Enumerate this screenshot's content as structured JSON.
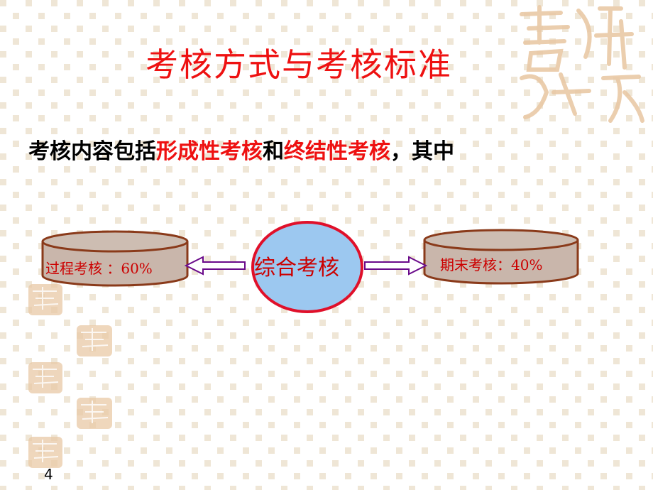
{
  "slide": {
    "title": "考核方式与考核标准",
    "subtitle": {
      "part1": "考核内容包括",
      "highlight1": "形成性考核",
      "part2": "和",
      "highlight2": "终结性考核",
      "part3": "，其中"
    },
    "diagram": {
      "left_cylinder": "过程考核 ：60%",
      "center_circle": "综合考核",
      "right_cylinder": "期末考核：40%"
    },
    "page_number": "4"
  },
  "colors": {
    "accent_red": "#ee1111",
    "cylinder_fill": "#c9b6ab",
    "circle_fill": "#9cc8f0",
    "arrow": "#6a0a8a",
    "seal": "#e9c9a6"
  }
}
